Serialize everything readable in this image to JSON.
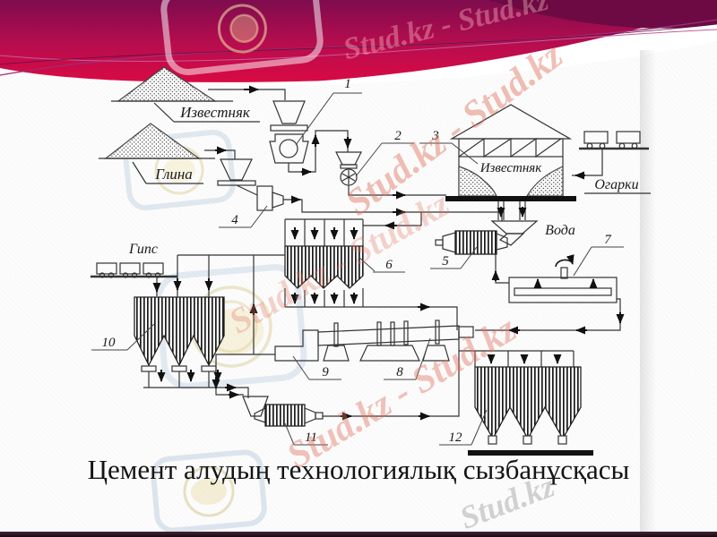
{
  "caption": "Цемент алудың технологиялық сызбанұсқасы",
  "watermarks": {
    "repeat": "Stud.kz - Stud.kz",
    "single": "Stud.kz"
  },
  "diagram": {
    "labels": {
      "limestone_pile": "Известняк",
      "clay": "Глина",
      "limestone_store": "Известняк",
      "cinders": "Огарки",
      "water": "Вода",
      "gypsum": "Гипс"
    },
    "numbers": {
      "n1": "1",
      "n2": "2",
      "n3": "3",
      "n4": "4",
      "n5": "5",
      "n6": "6",
      "n7": "7",
      "n8": "8",
      "n9": "9",
      "n10": "10",
      "n11": "11",
      "n12": "12"
    }
  },
  "colors": {
    "banner_top": "#7e0c4e",
    "banner_bottom": "#d90a44",
    "banner_wedge": "#6d0a43",
    "line": "#333333",
    "watermark": "#e0705c"
  }
}
